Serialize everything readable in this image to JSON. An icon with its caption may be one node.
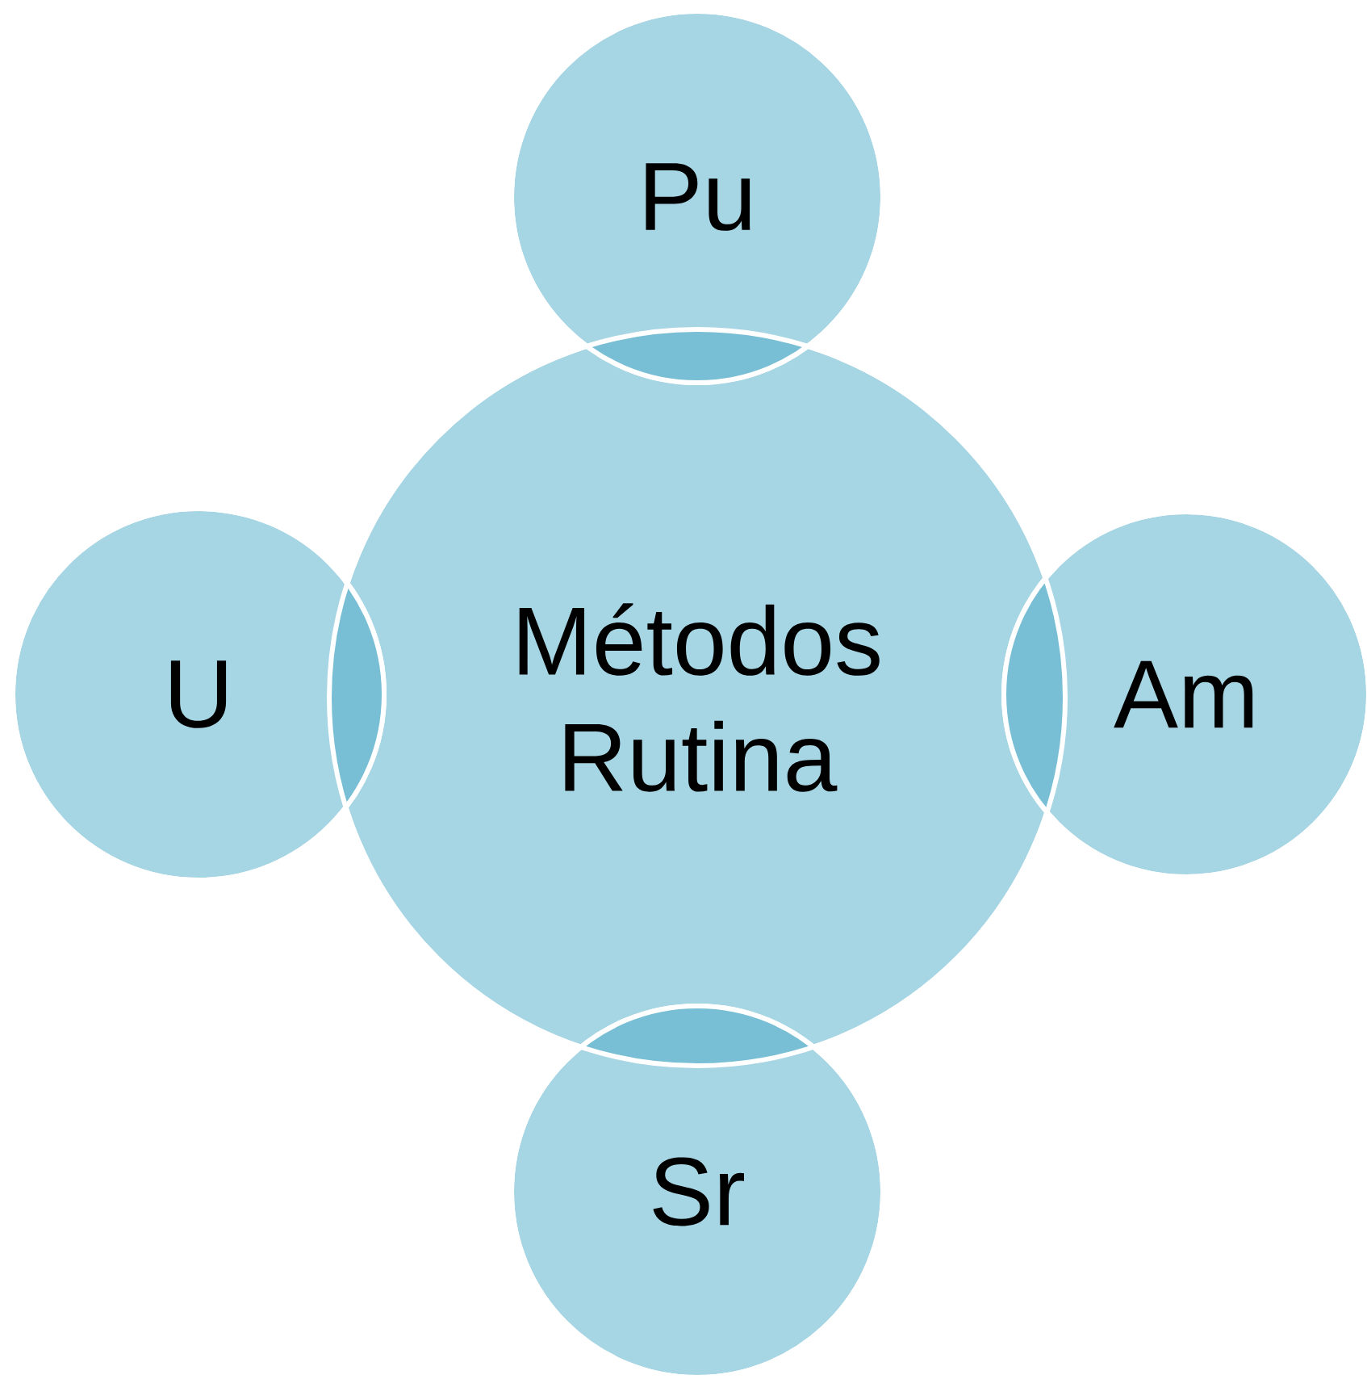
{
  "diagram": {
    "nodes": [
      {
        "text": [
          "Pu"
        ]
      },
      {
        "text": [
          "U"
        ]
      },
      {
        "text": [
          "Métodos Rutina"
        ]
      },
      {
        "text": [
          "Am"
        ]
      },
      {
        "text": [
          "Sr"
        ]
      }
    ]
  }
}
